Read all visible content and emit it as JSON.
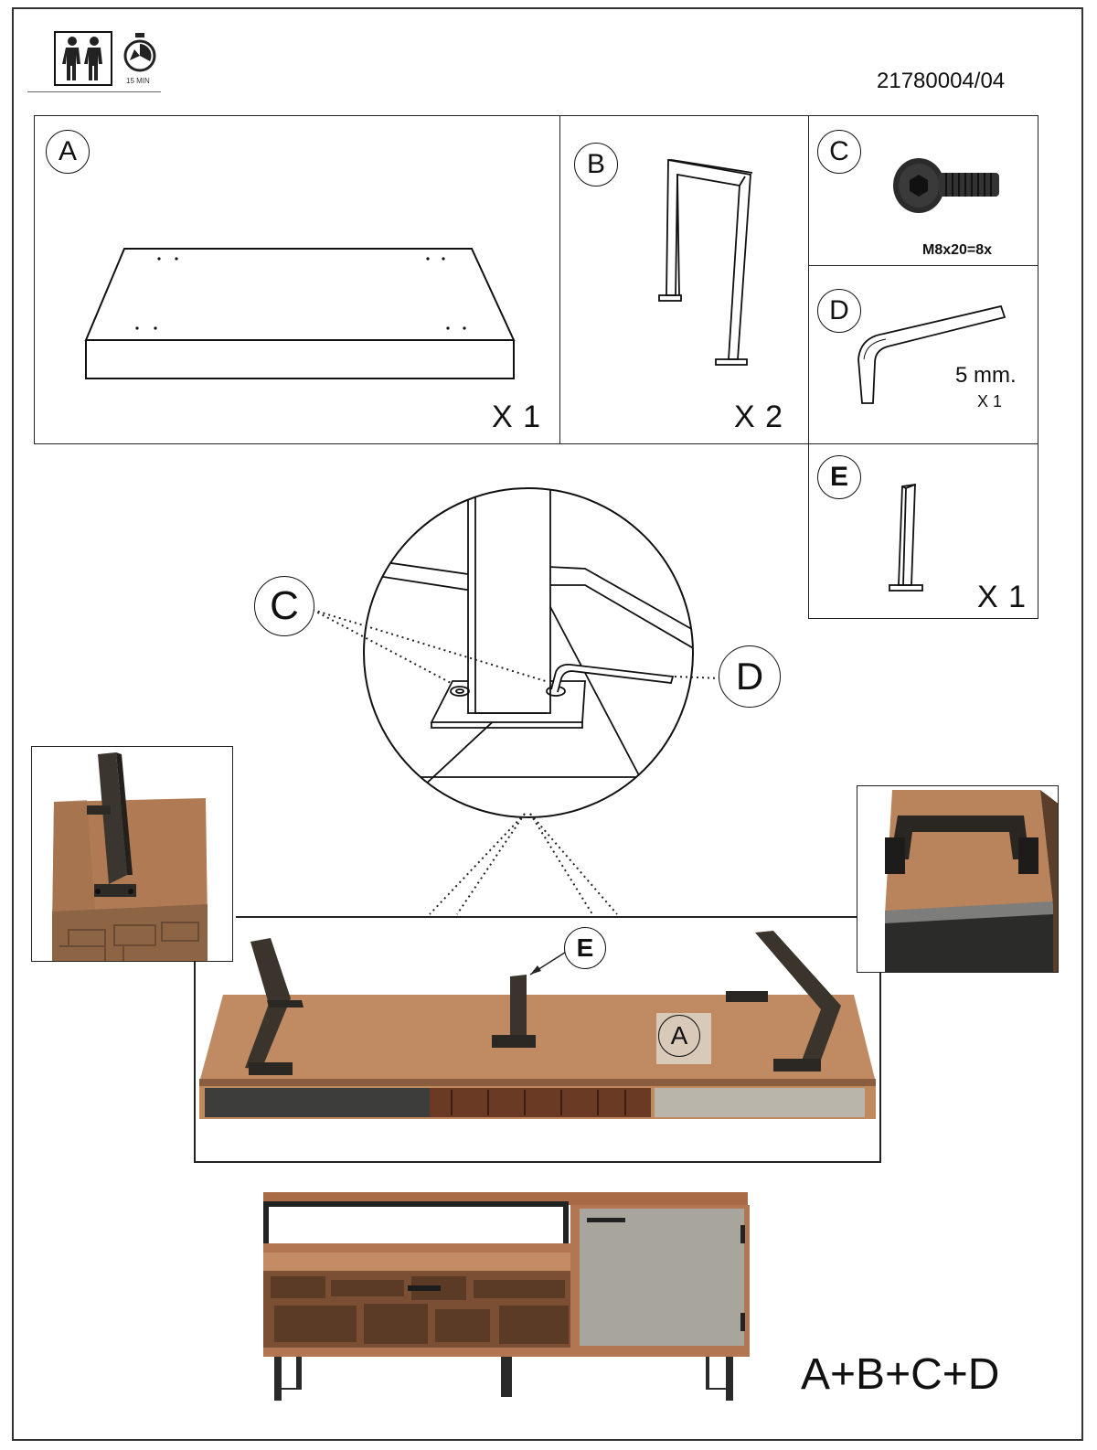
{
  "header": {
    "people_count": 2,
    "time_label": "15 MIN",
    "doc_number": "21780004/04"
  },
  "parts": {
    "a": {
      "label": "A",
      "qty": "X 1"
    },
    "b": {
      "label": "B",
      "qty": "X 2"
    },
    "c": {
      "label": "C",
      "spec": "M8x20=8x"
    },
    "d": {
      "label": "D",
      "size": "5 mm.",
      "qty": "X 1"
    },
    "e": {
      "label": "E",
      "qty": "X 1"
    }
  },
  "detail": {
    "label_c": "C",
    "label_d": "D"
  },
  "assembly": {
    "label_e": "E",
    "label_a": "A"
  },
  "result": {
    "formula": "A+B+C+D"
  }
}
